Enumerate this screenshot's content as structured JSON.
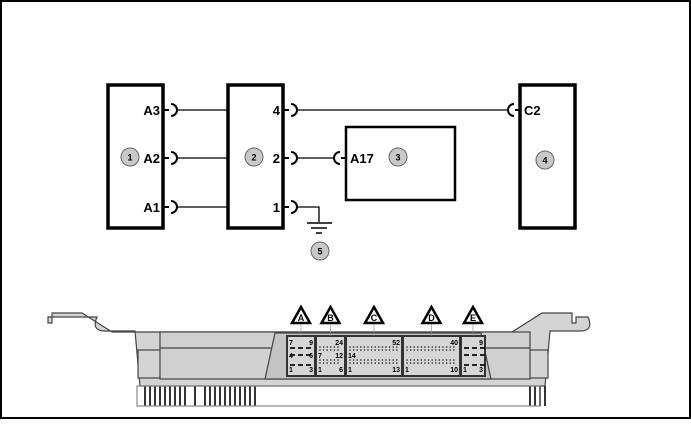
{
  "components": [
    {
      "id": "1",
      "pins": [
        "A3",
        "A2",
        "A1"
      ]
    },
    {
      "id": "2",
      "pins": [
        "4",
        "2",
        "1"
      ]
    },
    {
      "id": "3",
      "pins": [
        "A17"
      ]
    },
    {
      "id": "4",
      "pins": [
        "C2"
      ]
    },
    {
      "id": "5",
      "pins": []
    }
  ],
  "connectors": [
    {
      "label": "A",
      "top_left": "7",
      "top_right": "9",
      "mid_left": "4",
      "mid_right": "6",
      "bottom_left": "1",
      "bottom_right": "3"
    },
    {
      "label": "B",
      "top_right": "24",
      "mid_left": "7",
      "mid_right": "12",
      "bottom_left": "1",
      "bottom_right": "6"
    },
    {
      "label": "C",
      "top_right": "52",
      "mid_left": "14",
      "bottom_left": "1",
      "bottom_right": "13"
    },
    {
      "label": "D",
      "top_right": "40",
      "bottom_left": "1",
      "bottom_right": "10"
    },
    {
      "label": "E",
      "top_right": "9",
      "bottom_left": "1",
      "bottom_right": "3"
    }
  ]
}
